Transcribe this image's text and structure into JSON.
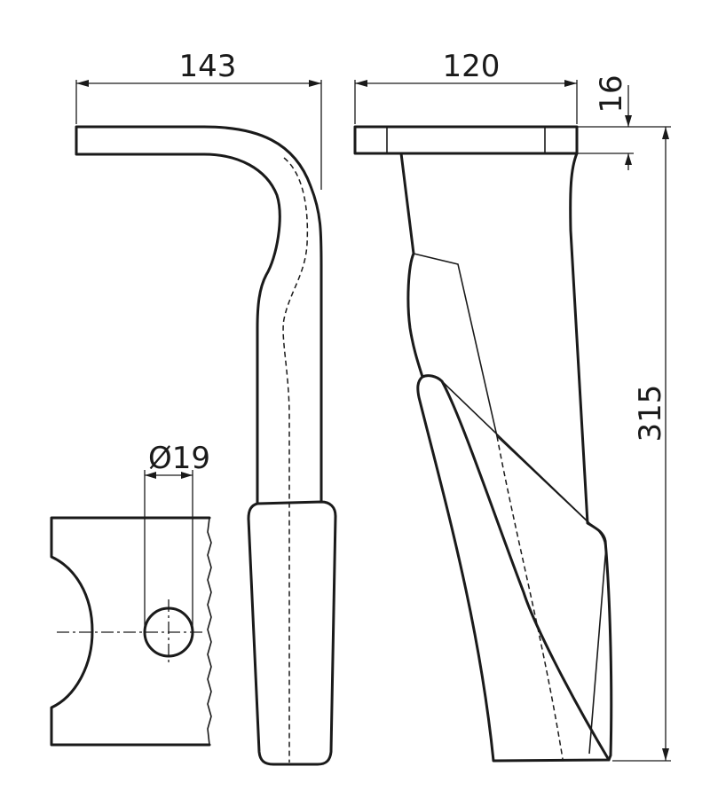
{
  "dimensions": {
    "width_label": "143",
    "flange_label": "120",
    "thickness_label": "16",
    "height_label": "315",
    "hole_label": "Ø19"
  }
}
